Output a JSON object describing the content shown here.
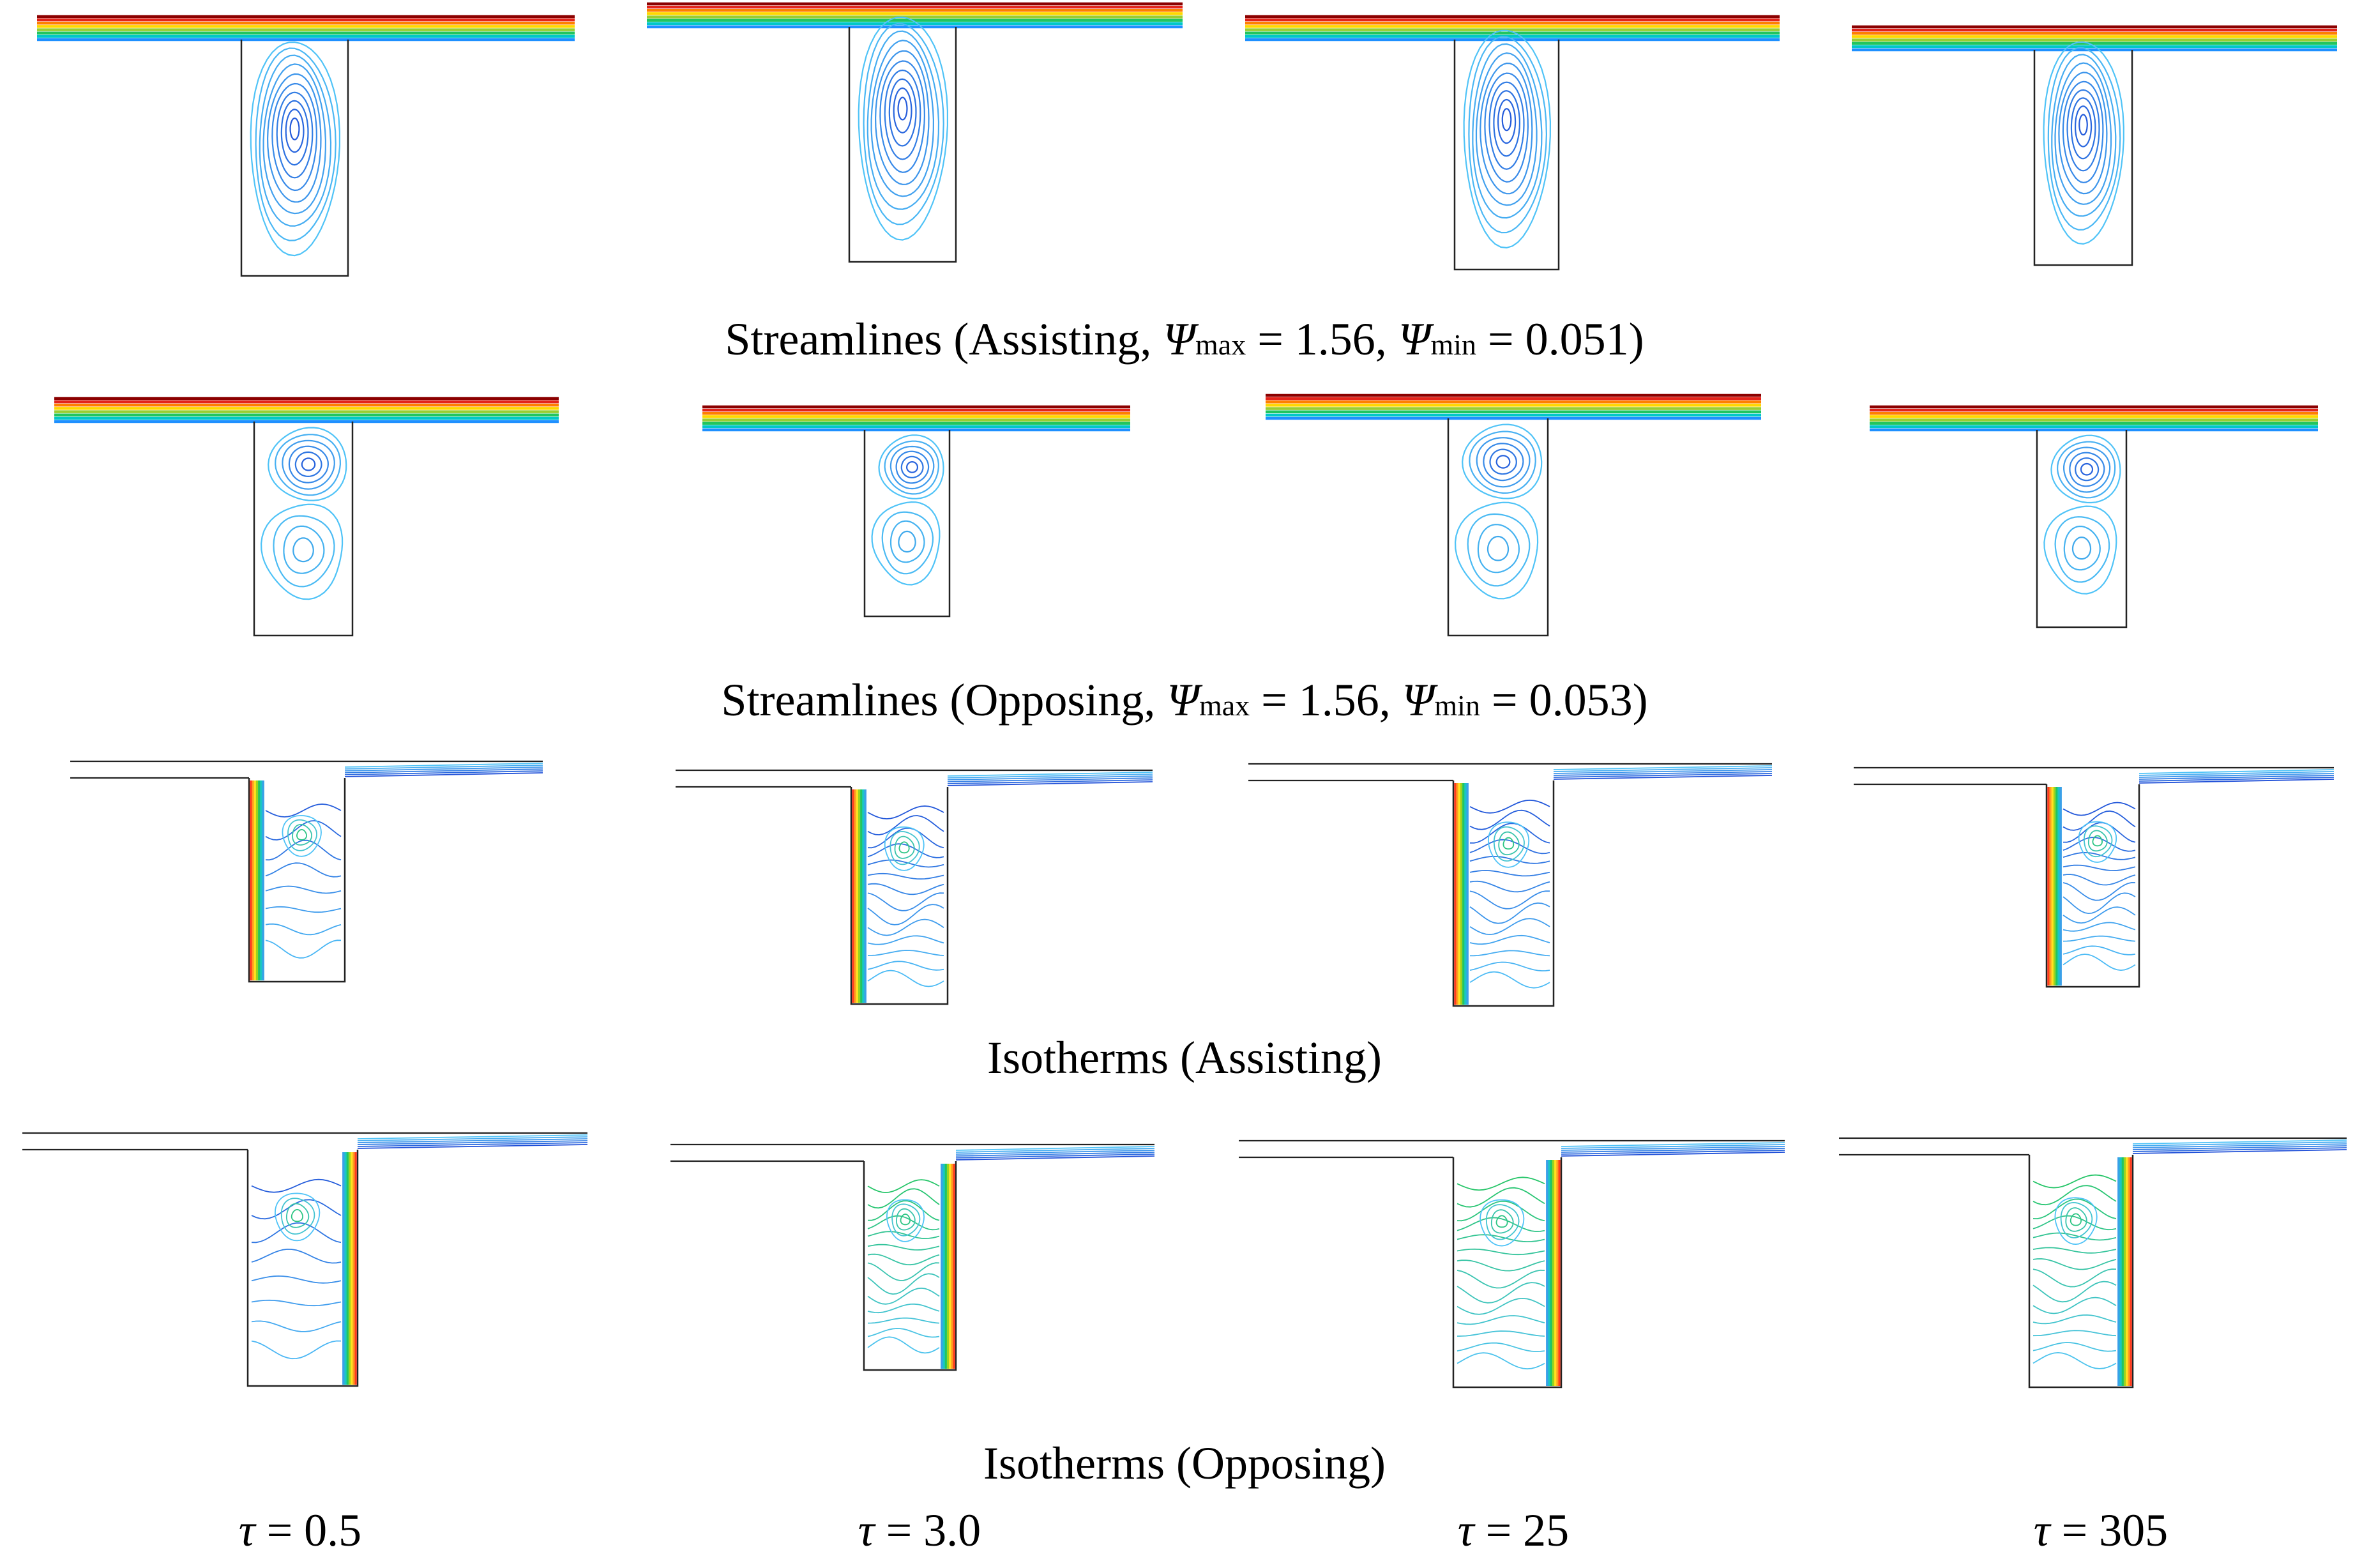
{
  "rows": [
    {
      "type": "streamlines",
      "caption": {
        "label": "Streamlines (Assisting,",
        "psi_symbol": "Ψ",
        "psi_max_sub": "max",
        "psi_max_value": "= 1.56,",
        "psi_min_sub": "min",
        "psi_min_value": "= 0.051)"
      },
      "vortices": 1
    },
    {
      "type": "streamlines",
      "caption": {
        "label": "Streamlines (Opposing,",
        "psi_symbol": "Ψ",
        "psi_max_sub": "max",
        "psi_max_value": "= 1.56,",
        "psi_min_sub": "min",
        "psi_min_value": "= 0.053)"
      },
      "vortices": 2
    },
    {
      "type": "isotherms",
      "caption": {
        "label": "Isotherms (Assisting)"
      },
      "hot_wall": "left"
    },
    {
      "type": "isotherms",
      "caption": {
        "label": "Isotherms (Opposing)"
      },
      "hot_wall": "right"
    }
  ],
  "time_labels": [
    {
      "symbol": "τ",
      "value": "= 0.5"
    },
    {
      "symbol": "τ",
      "value": "= 3.0"
    },
    {
      "symbol": "τ",
      "value": "= 25"
    },
    {
      "symbol": "τ",
      "value": "= 305"
    }
  ],
  "colors": {
    "rainbow": [
      "#8b0000",
      "#e3241b",
      "#ff7f00",
      "#ffd700",
      "#9acd32",
      "#22c55e",
      "#00c8c8",
      "#1e90ff"
    ],
    "contour_outer": "#4fc3f7",
    "contour_inner": "#1f4fd8",
    "frame": "#222222",
    "background": "#ffffff"
  }
}
